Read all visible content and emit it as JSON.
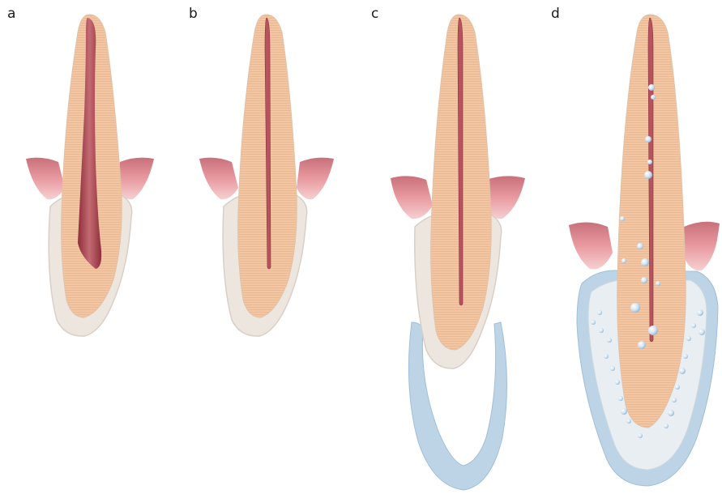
{
  "figure": {
    "panels": [
      {
        "label": "a",
        "description_icon": "tooth-wide-canal-icon"
      },
      {
        "label": "b",
        "description_icon": "tooth-narrow-canal-icon"
      },
      {
        "label": "c",
        "description_icon": "tooth-partial-cap-icon"
      },
      {
        "label": "d",
        "description_icon": "tooth-full-cap-bubbles-icon"
      }
    ],
    "colors": {
      "dentin": "#f2c6a2",
      "dentin_line": "#e3aa80",
      "enamel": "#ede6df",
      "enamel_edge": "#d8cfc7",
      "pulp": "#b5545e",
      "pulp_dark": "#8e2f3b",
      "gum": "#d9868e",
      "gum_light": "#f2c4c6",
      "cap": "#bcd4e6",
      "cap_edge": "#9fbfd8",
      "bubble": "#cfe2f1"
    }
  }
}
